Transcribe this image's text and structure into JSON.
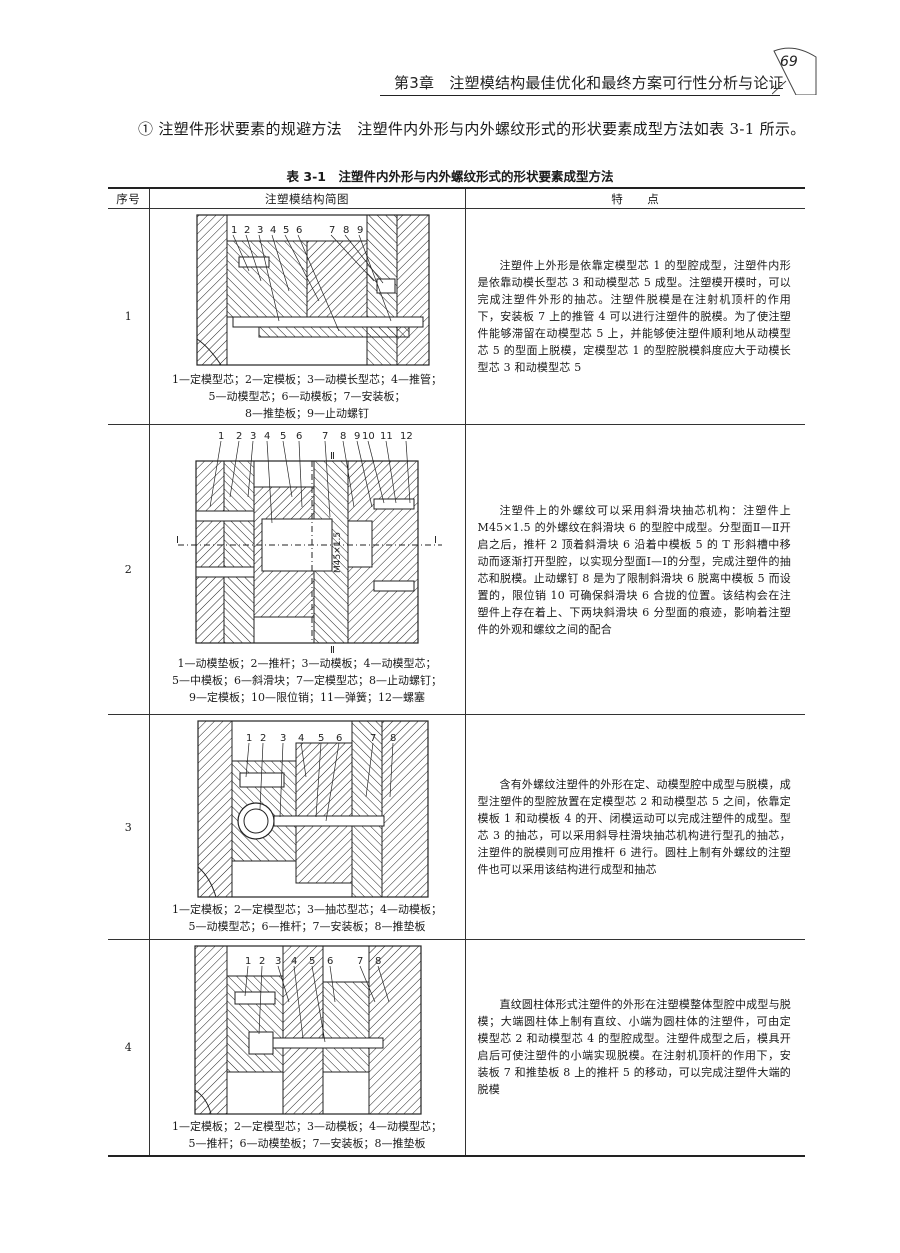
{
  "header": {
    "chapter_title": "第3章　注塑模结构最佳优化和最终方案可行性分析与论证",
    "page_number": "69"
  },
  "intro": "① 注塑件形状要素的规避方法　注塑件内外形与内外螺纹形式的形状要素成型方法如表 3-1 所示。",
  "table": {
    "title": "表 3-1　注塑件内外形与内外螺纹形式的形状要素成型方法",
    "headers": [
      "序号",
      "注塑模结构简图",
      "特　　点"
    ],
    "rows": [
      {
        "no": "1",
        "callouts": [
          "1",
          "2",
          "3",
          "4",
          "5",
          "6",
          "7",
          "8",
          "9"
        ],
        "legend": [
          "1—定模型芯；2—定模板；3—动模长型芯；4—推管；",
          "5—动模型芯；6—动模板；7—安装板；",
          "8—推垫板；9—止动螺钉"
        ],
        "description": "注塑件上外形是依靠定模型芯 1 的型腔成型，注塑件内形是依靠动模长型芯 3 和动模型芯 5 成型。注塑模开模时，可以完成注塑件外形的抽芯。注塑件脱模是在注射机顶杆的作用下，安装板 7 上的推管 4 可以进行注塑件的脱模。为了使注塑件能够滞留在动模型芯 5 上，并能够使注塑件顺利地从动模型芯 5 的型面上脱模，定模型芯 1 的型腔脱模斜度应大于动模长型芯 3 和动模型芯 5"
      },
      {
        "no": "2",
        "callouts": [
          "1",
          "2",
          "3",
          "4",
          "5",
          "6",
          "7",
          "8",
          "9",
          "10",
          "11",
          "12"
        ],
        "section_labels": [
          "Ⅱ",
          "Ⅱ",
          "Ⅰ",
          "Ⅰ"
        ],
        "thread_label": "M45×1.5",
        "legend": [
          "1—动模垫板；2—推杆；3—动模板；4—动模型芯；",
          "5—中模板；6—斜滑块；7—定模型芯；8—止动螺钉；",
          "9—定模板；10—限位销；11—弹簧；12—螺塞"
        ],
        "description": "注塑件上的外螺纹可以采用斜滑块抽芯机构：注塑件上 M45×1.5 的外螺纹在斜滑块 6 的型腔中成型。分型面Ⅱ—Ⅱ开启之后，推杆 2 顶着斜滑块 6 沿着中模板 5 的 T 形斜槽中移动而逐渐打开型腔，以实现分型面Ⅰ—Ⅰ的分型，完成注塑件的抽芯和脱模。止动螺钉 8 是为了限制斜滑块 6 脱离中模板 5 而设置的，限位销 10 可确保斜滑块 6 合拢的位置。该结构会在注塑件上存在着上、下两块斜滑块 6 分型面的痕迹，影响着注塑件的外观和螺纹之间的配合"
      },
      {
        "no": "3",
        "callouts": [
          "1",
          "2",
          "3",
          "4",
          "5",
          "6",
          "7",
          "8"
        ],
        "legend": [
          "1—定模板；2—定模型芯；3—抽芯型芯；4—动模板；",
          "5—动模型芯；6—推杆；7—安装板；8—推垫板"
        ],
        "description": "含有外螺纹注塑件的外形在定、动模型腔中成型与脱模，成型注塑件的型腔放置在定模型芯 2 和动模型芯 5 之间，依靠定模板 1 和动模板 4 的开、闭模运动可以完成注塑件的成型。型芯 3 的抽芯，可以采用斜导柱滑块抽芯机构进行型孔的抽芯，注塑件的脱模则可应用推杆 6 进行。圆柱上制有外螺纹的注塑件也可以采用该结构进行成型和抽芯"
      },
      {
        "no": "4",
        "callouts": [
          "1",
          "2",
          "3",
          "4",
          "5",
          "6",
          "7",
          "8"
        ],
        "legend": [
          "1—定模板；2—定模型芯；3—动模板；4—动模型芯；",
          "5—推杆；6—动模垫板；7—安装板；8—推垫板"
        ],
        "description": "直纹圆柱体形式注塑件的外形在注塑模整体型腔中成型与脱模；大端圆柱体上制有直纹、小端为圆柱体的注塑件，可由定模型芯 2 和动模型芯 4 的型腔成型。注塑件成型之后，模具开启后可使注塑件的小端实现脱模。在注射机顶杆的作用下，安装板 7 和推垫板 8 上的推杆 5 的移动，可以完成注塑件大端的脱模"
      }
    ]
  }
}
